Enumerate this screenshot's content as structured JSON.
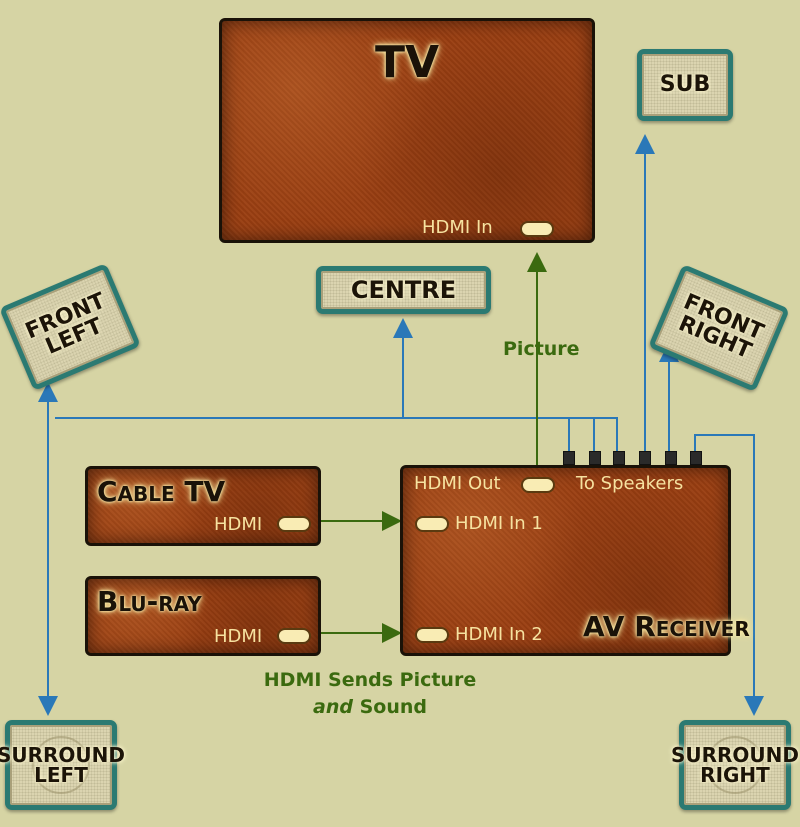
{
  "tv": {
    "title": "TV",
    "port": "HDMI In"
  },
  "cable_tv": {
    "title": "Cable TV",
    "port": "HDMI"
  },
  "bluray": {
    "title": "Blu-ray",
    "port": "HDMI"
  },
  "receiver": {
    "title": "AV Receiver",
    "hdmi_out": "HDMI Out",
    "to_speakers": "To Speakers",
    "hdmi_in_1": "HDMI In 1",
    "hdmi_in_2": "HDMI In 2"
  },
  "speakers": {
    "sub": "SUB",
    "centre": "CENTRE",
    "front_left": [
      "FRONT",
      "LEFT"
    ],
    "front_right": [
      "FRONT",
      "RIGHT"
    ],
    "surround_left": [
      "SURROUND",
      "LEFT"
    ],
    "surround_right": [
      "SURROUND",
      "RIGHT"
    ]
  },
  "labels": {
    "picture": "Picture",
    "hdmi_sends_1": "HDMI Sends Picture",
    "hdmi_sends_and": "and",
    "hdmi_sends_2": "Sound"
  },
  "colors": {
    "background": "#d6d4a4",
    "device": "#9b3f12",
    "speaker_border": "#2b7a72",
    "speaker_wire": "#2a78b8",
    "hdmi_wire": "#3b6a0f",
    "port": "#f9ecb4"
  }
}
